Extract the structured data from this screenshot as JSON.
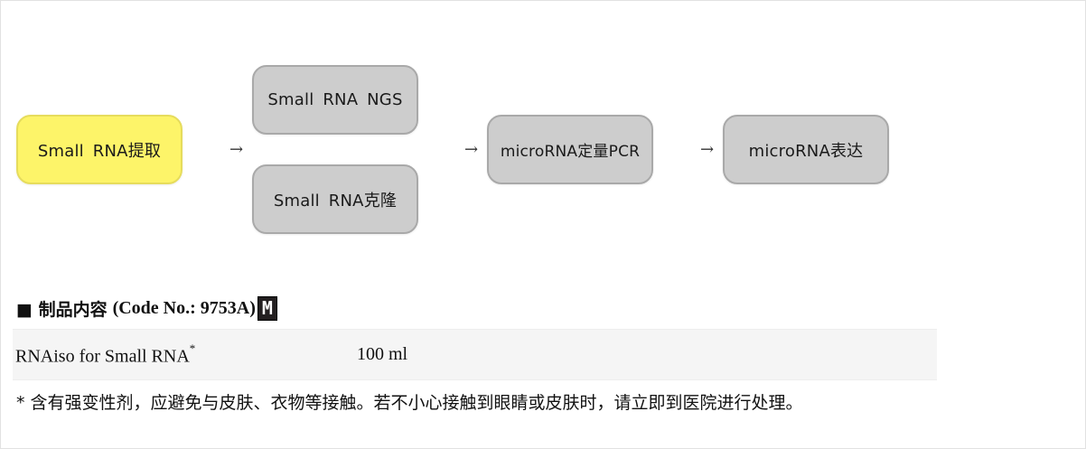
{
  "diagram": {
    "start": "Small RNA提取",
    "top_branch": "Small RNA NGS",
    "bottom_branch": "Small RNA克隆",
    "middle": "microRNA定量PCR",
    "end": "microRNA表达",
    "arrow_glyph": "→"
  },
  "product": {
    "heading_prefix": "■ 制品内容",
    "heading_code": "(Code No.: 9753A)",
    "badge": "M"
  },
  "contents": {
    "rows": [
      {
        "name": "RNAiso for Small RNA",
        "mark": "*",
        "amount": "100 ml"
      }
    ]
  },
  "note": "* 含有强变性剂，应避免与皮肤、衣物等接触。若不小心接触到眼睛或皮肤时，请立即到医院进行处理。",
  "colors": {
    "start_box": "#fdf469",
    "step_box": "#cdcdcd",
    "table_row": "#f5f5f5"
  }
}
